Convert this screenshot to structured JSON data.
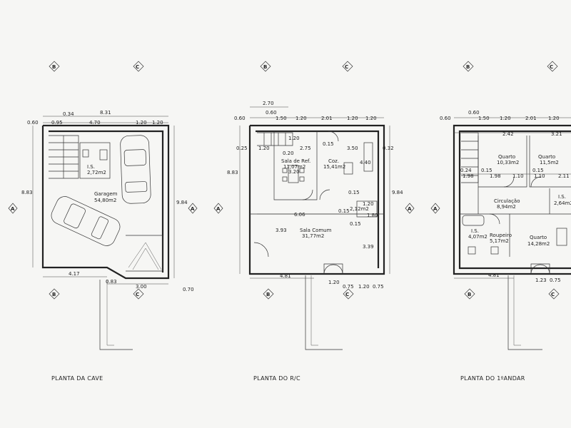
{
  "axis_markers": {
    "b": "B",
    "c": "C",
    "a": "A"
  },
  "plans": [
    {
      "title": "PLANTA DA CAVE",
      "rooms": [
        {
          "name": "I.S.",
          "area": "2,72m2"
        },
        {
          "name": "Garagem",
          "area": "54,80m2"
        }
      ],
      "dims": [
        "8.31",
        "0.34",
        "0.60",
        "0.95",
        "4.70",
        "1.20",
        "1.20",
        "8.83",
        "9.84",
        "4.17",
        "0.83",
        "3.00",
        "0.70"
      ]
    },
    {
      "title": "PLANTA DO R/C",
      "rooms": [
        {
          "name": "Sala de Ref.",
          "area": "11,07m2"
        },
        {
          "name": "Coz.",
          "area": "15,41m2"
        },
        {
          "name": "Sala Comum",
          "area": "31,77m2"
        },
        {
          "name": "",
          "area": "2,12m2"
        }
      ],
      "dims": [
        "2.70",
        "0.60",
        "0.60",
        "1.50",
        "1.20",
        "2.01",
        "1.20",
        "1.20",
        "0.25",
        "1.20",
        "0.20",
        "2.75",
        "0.15",
        "3.50",
        "0.32",
        "1.20",
        "3.20",
        "4.40",
        "8.83",
        "9.84",
        "0.15",
        "1.20",
        "0.15",
        "1.80",
        "6.06",
        "0.15",
        "3.93",
        "3.39",
        "4.81",
        "1.20",
        "0.75",
        "1.20",
        "0.75"
      ]
    },
    {
      "title": "PLANTA DO 1ºANDAR",
      "rooms": [
        {
          "name": "Quarto",
          "area": "10,33m2"
        },
        {
          "name": "Quarto",
          "area": "11,5m2"
        },
        {
          "name": "Circulação",
          "area": "8,94m2"
        },
        {
          "name": "I.S.",
          "area": "2,64m2"
        },
        {
          "name": "I.S.",
          "area": "4,07m2"
        },
        {
          "name": "Roupeiro",
          "area": "5,17m2"
        },
        {
          "name": "Quarto",
          "area": "14,28m2"
        }
      ],
      "dims": [
        "0.60",
        "0.60",
        "1.50",
        "1.20",
        "2.01",
        "1.20",
        "2.42",
        "3.21",
        "0.24",
        "0.15",
        "1.98",
        "1.10",
        "0.15",
        "1.10",
        "2.11",
        "1.98",
        "4.81",
        "1.23",
        "0.75"
      ]
    }
  ]
}
